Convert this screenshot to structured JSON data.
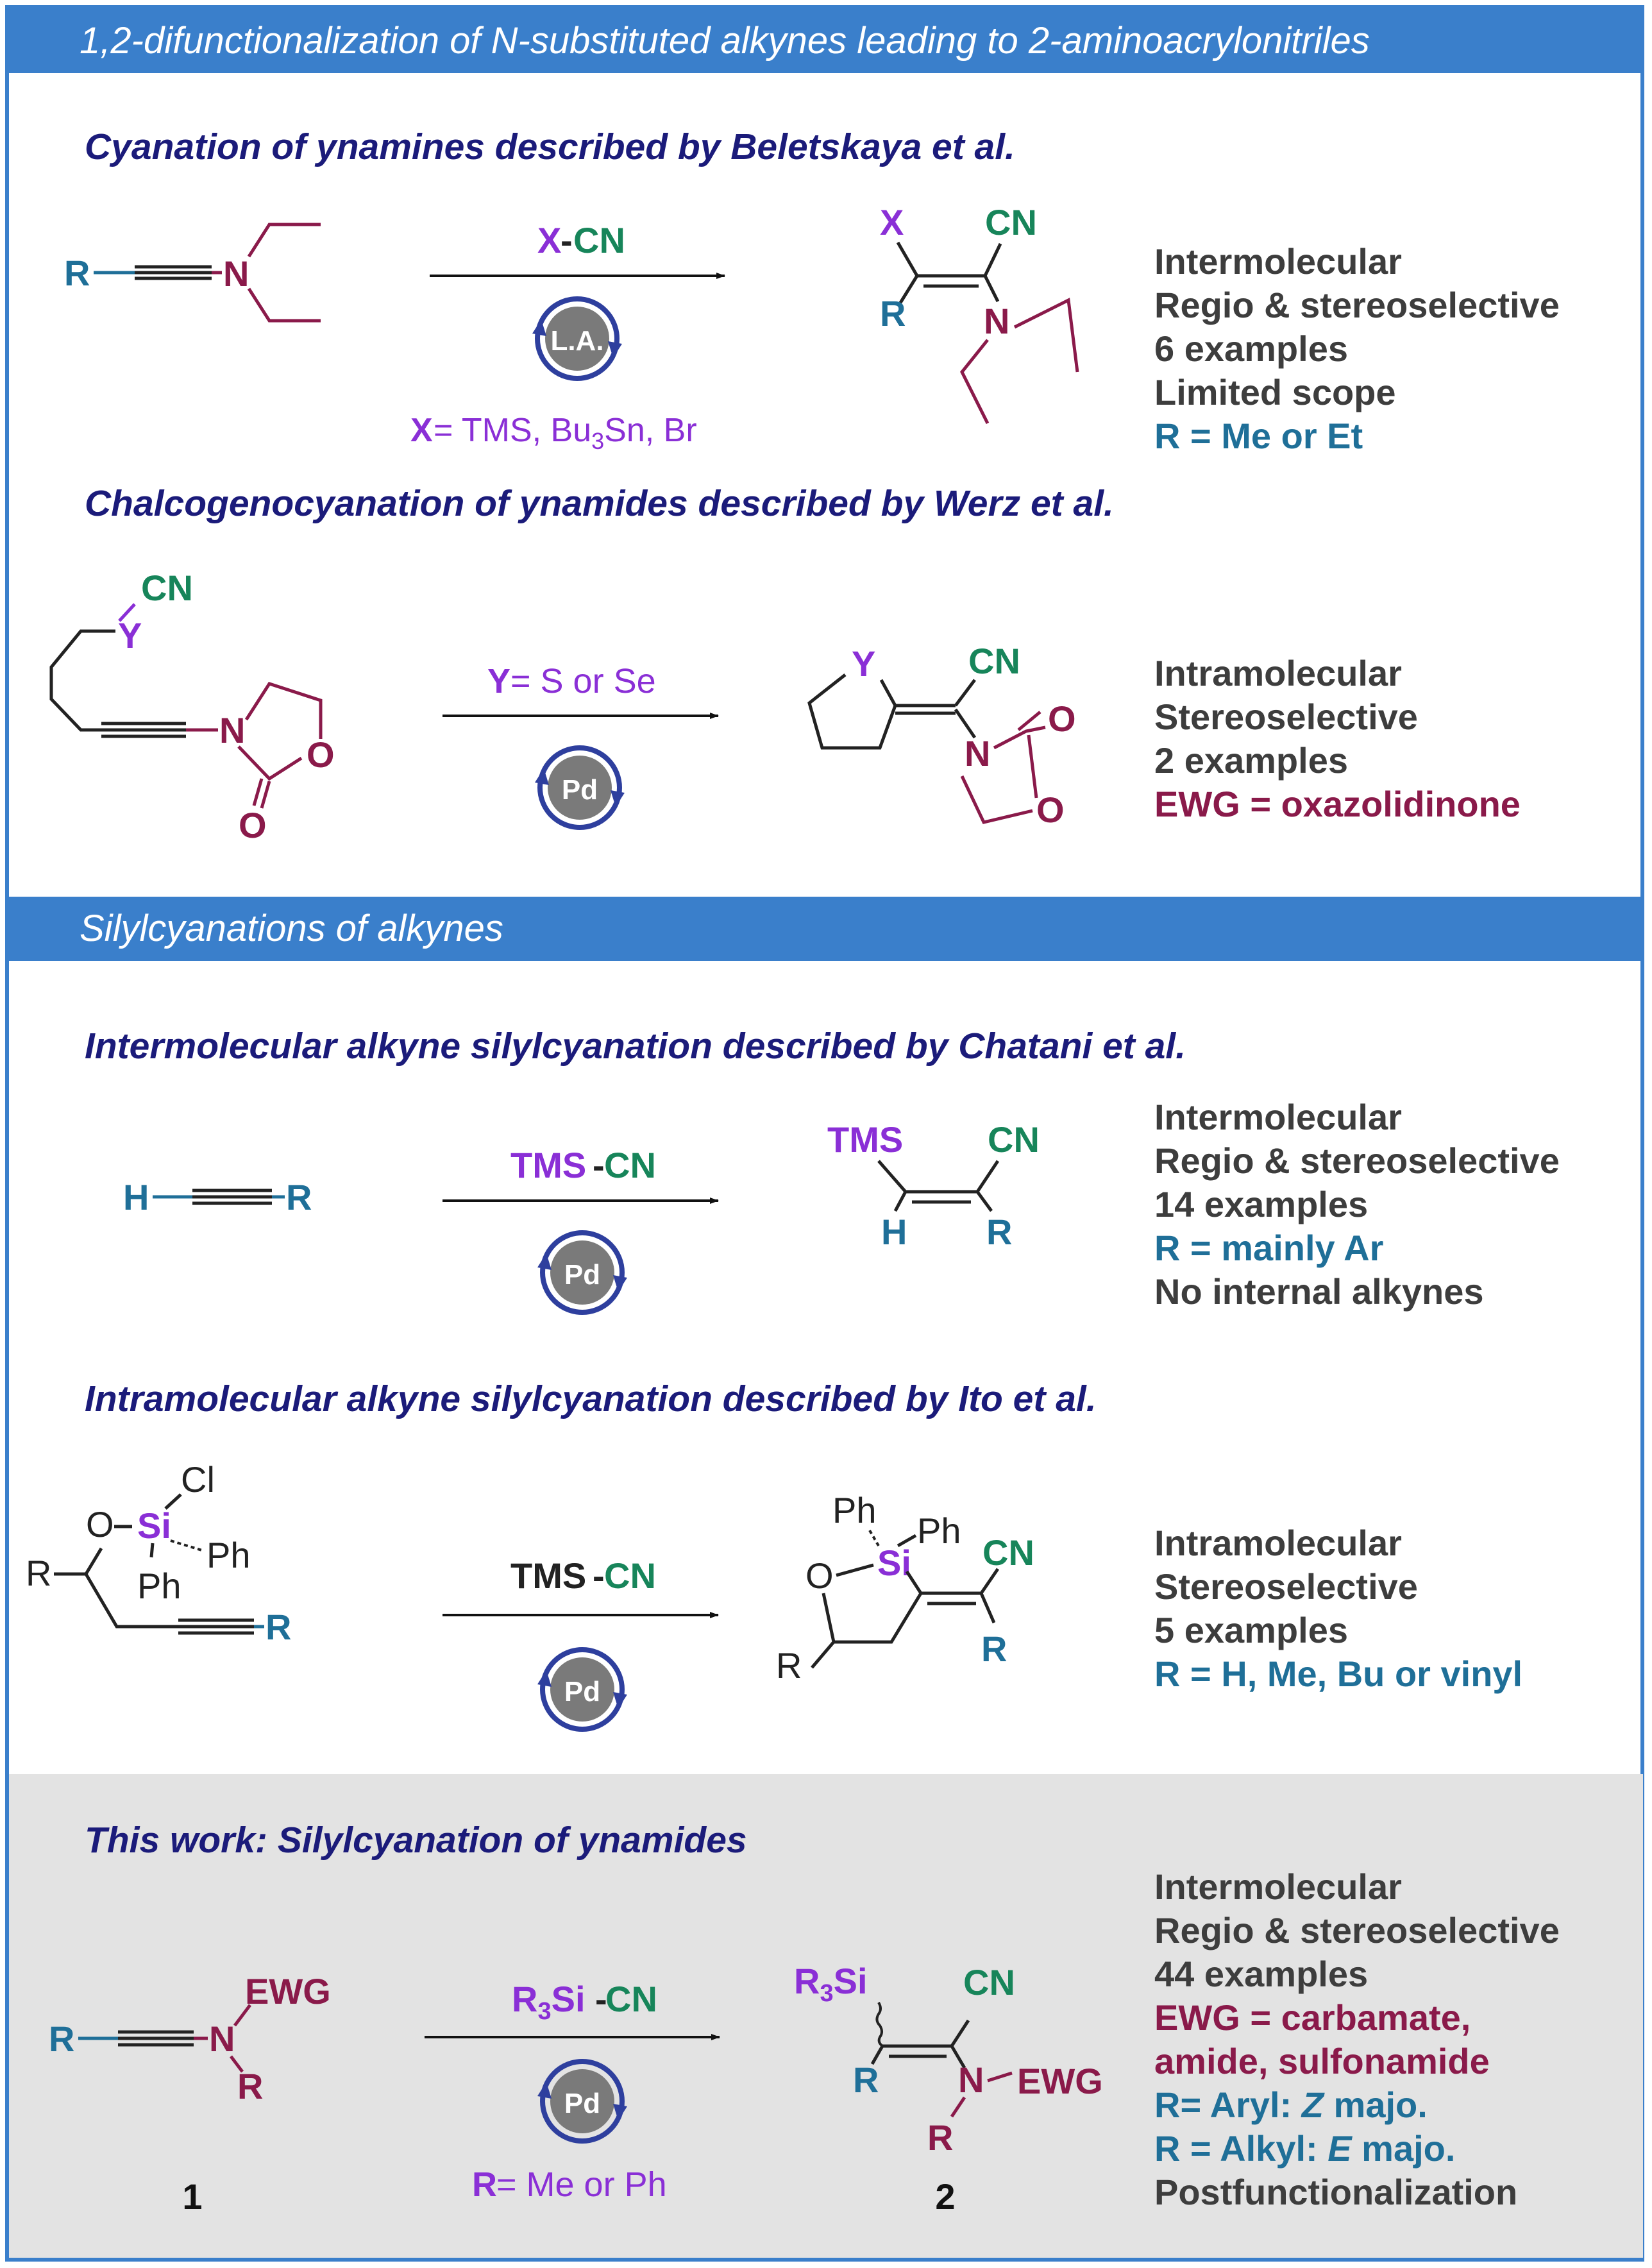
{
  "banners": {
    "top": "1,2-difunctionalization of N-substituted alkynes leading to 2-aminoacrylonitriles",
    "middle": "Silylcyanations of alkynes"
  },
  "sections": [
    {
      "title": "Cyanation of ynamines described by Beletskaya et al.",
      "reagent": {
        "prefix": "X",
        "suffix": "CN"
      },
      "catalyst": "L.A.",
      "condition": {
        "var": "X",
        "text": " = TMS, Bu",
        "sub": "3",
        "tail": "Sn, Br"
      },
      "notes": [
        "Intermolecular",
        "Regio & stereoselective",
        "6 examples",
        "Limited scope",
        "R = Me or Et"
      ]
    },
    {
      "title": "Chalcogenocyanation of ynamides described by Werz et al.",
      "reagent": {
        "var": "Y",
        "text": " = S or Se"
      },
      "catalyst": "Pd",
      "notes": [
        "Intramolecular",
        "Stereoselective",
        "2 examples",
        "EWG = oxazolidinone"
      ]
    },
    {
      "title": "Intermolecular alkyne silylcyanation described by Chatani et al.",
      "reagent": {
        "prefix": "TMS",
        "suffix": "CN"
      },
      "catalyst": "Pd",
      "notes": [
        "Intermolecular",
        "Regio & stereoselective",
        "14 examples",
        "R = mainly Ar",
        "No internal alkynes"
      ]
    },
    {
      "title": "Intramolecular alkyne silylcyanation described by Ito et al.",
      "reagent": {
        "prefix": "TMS",
        "suffix": "CN"
      },
      "catalyst": "Pd",
      "notes": [
        "Intramolecular",
        "Stereoselective",
        "5 examples",
        "R = H, Me, Bu or vinyl"
      ]
    },
    {
      "title": "This work: Silylcyanation of ynamides",
      "reagent": {
        "prefix": "R",
        "sub": "3",
        "mid": "Si",
        "suffix": "CN"
      },
      "catalyst": "Pd",
      "condition": {
        "var": "R",
        "text": " = Me or Ph"
      },
      "compound_labels": [
        "1",
        "2"
      ],
      "notes": [
        "Intermolecular",
        "Regio & stereoselective",
        "44 examples",
        "EWG = carbamate,",
        "amide, sulfonamide",
        "R= Aryl: ",
        "Z",
        " majo.",
        "R = Alkyl: ",
        "E",
        " majo.",
        "Postfunctionalization"
      ]
    }
  ],
  "atoms": {
    "R": "R",
    "N": "N",
    "X": "X",
    "CN": "CN",
    "Y": "Y",
    "O": "O",
    "H": "H",
    "TMS": "TMS",
    "Cl": "Cl",
    "Si": "Si",
    "Ph": "Ph",
    "EWG": "EWG",
    "R3Si": "R",
    "R3Si_sub": "3",
    "R3Si_si": "Si"
  },
  "colors": {
    "banner": "#3a7fcb",
    "title_text": "#1b1b7a",
    "note_text": "#3d3d3d",
    "R_blue": "#1f6f98",
    "nitrogen_wine": "#8a1a4a",
    "cn_green": "#17855a",
    "var_purple": "#8a2fd6",
    "catalyst_gray": "#7a7a7a",
    "catalyst_ring": "#2e3f9e",
    "this_work_bg": "#e3e3e3"
  }
}
